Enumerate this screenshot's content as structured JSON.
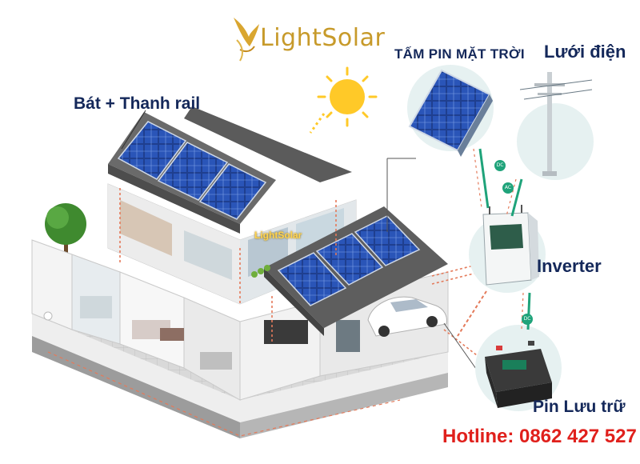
{
  "brand": {
    "name": "LightSolar",
    "watermark": "LightSolar"
  },
  "labels": {
    "mounting": "Bát + Thanh rail",
    "solar_panel": "TẤM PIN MẶT TRỜI",
    "grid": "Lưới điện",
    "inverter": "Inverter",
    "battery": "Pin Lưu trữ"
  },
  "hotline": "Hotline: 0862 427 527",
  "flow_tags": {
    "dc": "DC",
    "ac": "AC"
  },
  "colors": {
    "label_text": "#14285a",
    "hotline": "#e0201c",
    "brand": "#c79a2a",
    "panel": "#1f3f8f",
    "dc_line": "#1fa37a",
    "ac_line": "#e47a5a",
    "sun": "#ffc928"
  }
}
